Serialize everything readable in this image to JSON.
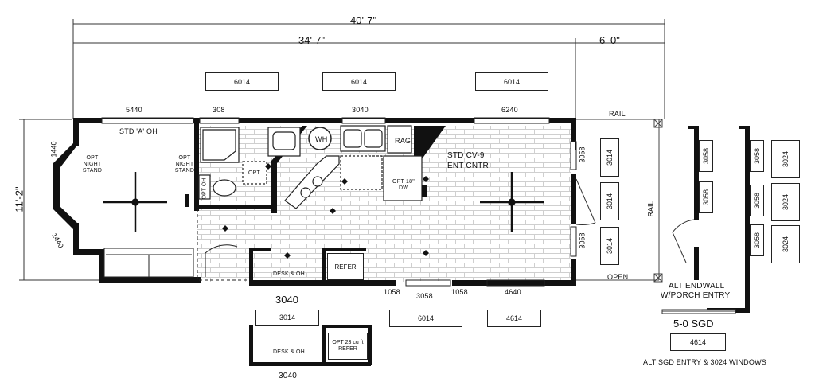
{
  "overall": {
    "total_length": "40'-7\"",
    "main_length": "34'-7\"",
    "porch_length": "6'-0\"",
    "width": "11'-2\""
  },
  "windows_top": [
    "5440",
    "308",
    "3040",
    "6240"
  ],
  "windows_top_alt": [
    "6014",
    "6014",
    "6014"
  ],
  "windows_bottom": [
    "3040",
    "1058",
    "3058",
    "1058",
    "4640"
  ],
  "windows_bottom_alt": [
    "3014",
    "6014",
    "4614"
  ],
  "windows_right": [
    "3058",
    "3058"
  ],
  "windows_right_alt": [
    "3014",
    "3014",
    "3014"
  ],
  "bay_windows": [
    "1440",
    "1440"
  ],
  "labels": {
    "oh": "STD 'A' OH",
    "opt_night_stand_l": "OPT NIGHT STAND",
    "opt_night_stand_r": "OPT NIGHT STAND",
    "opt_oh": "OPT OH",
    "opt_bath": "OPT",
    "wh": "WH",
    "rag": "RAG",
    "dw": "OPT 18\" DW",
    "cv": "STD CV-9",
    "ent": "ENT CNTR",
    "desk": "DESK & OH",
    "refer": "REFER",
    "rail_top": "RAIL",
    "rail_right": "RAIL",
    "open": "OPEN",
    "alt_endwall": "ALT ENDWALL",
    "porch_entry": "W/PORCH ENTRY",
    "sgd": "5-0 SGD",
    "sgd_window": "4614",
    "alt_sgd": "ALT SGD ENTRY & 3024 WINDOWS"
  },
  "alt_kitchen": {
    "window_top": "3014",
    "desk": "DESK & OH",
    "refer": "OPT 23 cu ft REFER",
    "window_bottom": "3040"
  },
  "alt_endwall_windows": [
    "3058",
    "3058"
  ],
  "alt_sgd_windows": [
    "3058",
    "3058",
    "3058"
  ],
  "alt_sgd_side": [
    "3024",
    "3024",
    "3024"
  ]
}
